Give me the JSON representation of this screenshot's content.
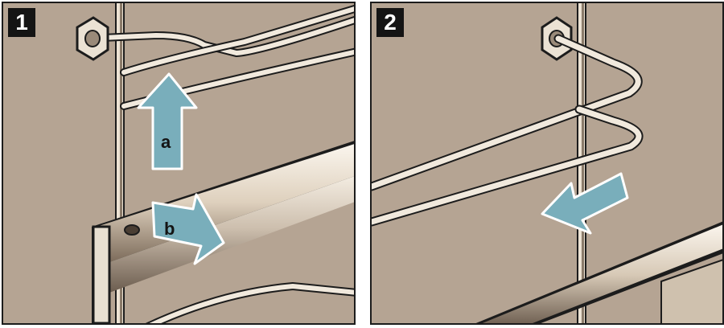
{
  "panels": [
    {
      "step": "1",
      "labels": {
        "a": "a",
        "b": "b"
      }
    },
    {
      "step": "2"
    }
  ],
  "colors": {
    "wall": "#b5a493",
    "rail_light": "#f2ebdf",
    "rail_dark": "#6b5d4f",
    "outline": "#1c1c1c",
    "arrow": "#79aebb",
    "badge": "#141414"
  }
}
